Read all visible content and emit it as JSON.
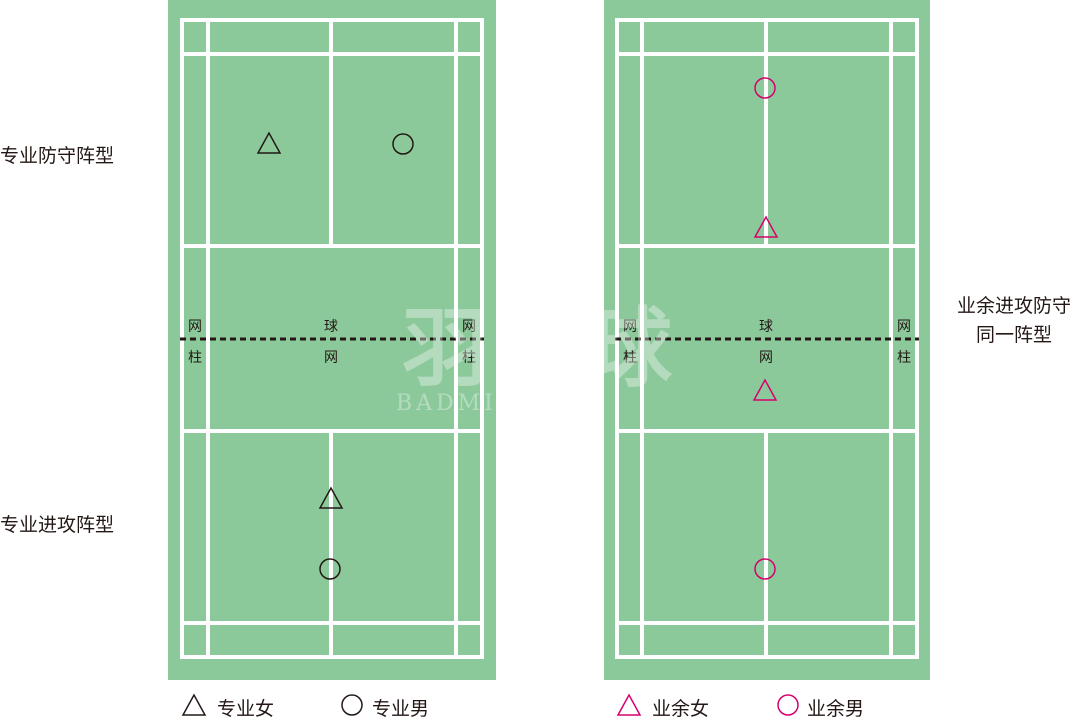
{
  "left_labels": {
    "defense": "专业防守阵型",
    "attack": "专业进攻阵型"
  },
  "right_label": {
    "line1": "业余进攻防守",
    "line2": "同一阵型"
  },
  "left_court": {
    "post_left": [
      "网",
      "柱"
    ],
    "net_center": [
      "球",
      "网"
    ],
    "post_right": [
      "网",
      "柱"
    ]
  },
  "right_court": {
    "post_left": [
      "网",
      "柱"
    ],
    "net_center": [
      "球",
      "网"
    ],
    "post_right": [
      "网",
      "柱"
    ]
  },
  "legend": {
    "pro_female": "专业女",
    "pro_male": "专业男",
    "amateur_female": "业余女",
    "amateur_male": "业余男"
  },
  "watermark": {
    "logo": "羽毛球",
    "sub": "BADMINTON"
  },
  "colors": {
    "court_green": "#8cc99a",
    "court_lines": "#ffffff",
    "pro_symbol": "#231815",
    "amateur_symbol": "#d6006f",
    "net": "#231815"
  }
}
